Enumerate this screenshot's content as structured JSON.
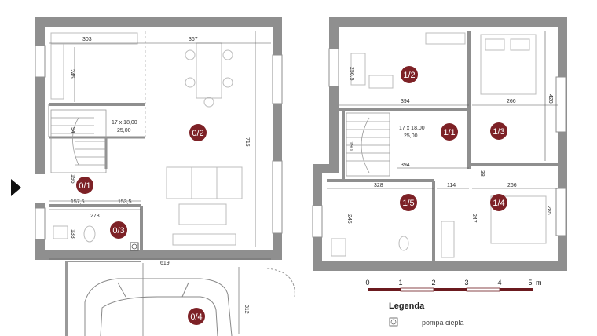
{
  "colors": {
    "wall": "#8f8f8f",
    "room_marker": "#7d2126",
    "furniture": "#bcbcbc",
    "dimension_line": "#555555",
    "scale_dark": "#6b1a1f",
    "scale_light": "#ffffff"
  },
  "ground_floor": {
    "rooms": [
      {
        "label": "0/1"
      },
      {
        "label": "0/2"
      },
      {
        "label": "0/3"
      },
      {
        "label": "0/4"
      }
    ],
    "dimensions": [
      "303",
      "367",
      "245",
      "94",
      "17 x 18,00",
      "25,00",
      "715",
      "195",
      "157,5",
      "153,5",
      "278",
      "133",
      "619",
      "312"
    ]
  },
  "first_floor": {
    "rooms": [
      {
        "label": "1/1"
      },
      {
        "label": "1/2"
      },
      {
        "label": "1/3"
      },
      {
        "label": "1/4"
      },
      {
        "label": "1/5"
      }
    ],
    "dimensions": [
      "256,5",
      "394",
      "266",
      "420",
      "17 x 18,00",
      "25,00",
      "190",
      "394",
      "38",
      "328",
      "114",
      "266",
      "245",
      "247",
      "285"
    ]
  },
  "scale_bar": {
    "ticks": [
      "0",
      "1",
      "2",
      "3",
      "4",
      "5"
    ],
    "unit": "m"
  },
  "legend": {
    "title": "Legenda",
    "items": [
      "pompa ciepła"
    ]
  },
  "icons": [
    "entrance-arrow-icon",
    "car-icon",
    "heat-pump-icon"
  ]
}
